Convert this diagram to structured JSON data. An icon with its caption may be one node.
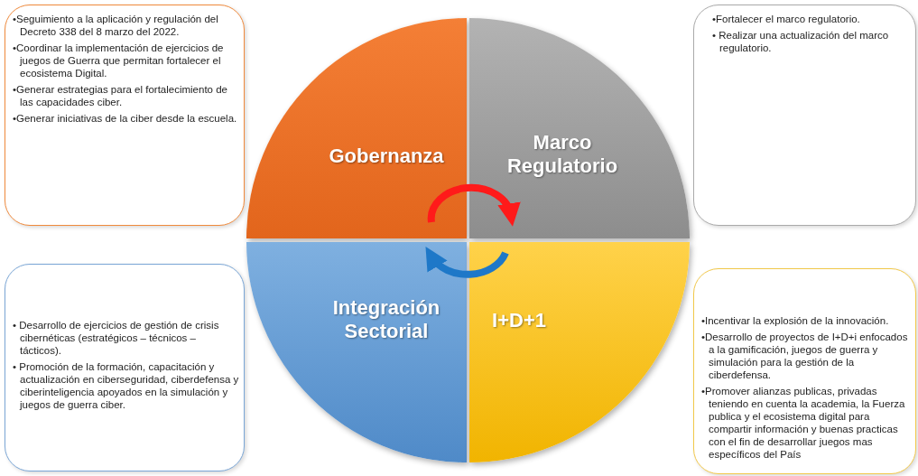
{
  "diagram": {
    "nodes": [
      {
        "text": [
          "•Seguimiento a la aplicación y regulación del Decreto 338 del 8 marzo del 2022.",
          "•Coordinar la implementación de ejercicios de juegos de Guerra que permitan fortalecer el ecosistema Digital.",
          "•Generar estrategias para el fortalecimiento de las capacidades ciber.",
          "•Generar iniciativas de la ciber desde la escuela."
        ]
      },
      {
        "text": [
          "•Fortalecer el marco regulatorio.",
          "• Realizar una actualización del marco regulatorio."
        ]
      },
      {
        "text": [
          "Gobernanza"
        ]
      },
      {
        "text": [
          "Marco Regulatorio"
        ]
      },
      {
        "text": [
          "Integración Sectorial"
        ]
      },
      {
        "text": [
          "I+D+1"
        ]
      },
      {
        "text": [
          "• Desarrollo de ejercicios de gestión de crisis cibernéticas (estratégicos – técnicos – tácticos).",
          "• Promoción de la formación, capacitación y actualización en ciberseguridad, ciberdefensa y ciberinteligencia apoyados en la simulación y juegos de guerra ciber."
        ]
      },
      {
        "text": [
          "•Incentivar la explosión de la innovación.",
          "•Desarrollo de proyectos  de I+D+i enfocados a la gamificación, juegos de guerra y simulación para la gestión de la ciberdefensa.",
          "•Promover alianzas publicas, privadas teniendo en cuenta la academia, la Fuerza publica y el ecosistema digital para compartir información y buenas practicas con el fin de desarrollar juegos mas específicos del País"
        ]
      }
    ],
    "edges": [
      {
        "from": 2,
        "to": 3,
        "arrow": "to",
        "color": "#ff1a1a"
      },
      {
        "from": 5,
        "to": 4,
        "arrow": "to",
        "color": "#1e78c8"
      }
    ]
  }
}
